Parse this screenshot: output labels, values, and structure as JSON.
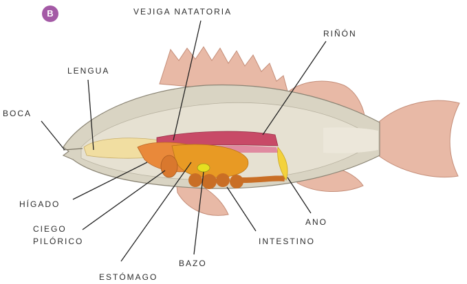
{
  "badge": "B",
  "labels": {
    "vejiga": "VEJIGA NATATORIA",
    "rinon": "RIÑÓN",
    "lengua": "LENGUA",
    "boca": "BOCA",
    "higado": "HÍGADO",
    "ciego_line1": "CIEGO",
    "ciego_line2": "PILÓRICO",
    "estomago": "ESTÓMAGO",
    "bazo": "BAZO",
    "intestino": "INTESTINO",
    "ano": "ANO"
  },
  "colors": {
    "badge": "#a45aa6",
    "body": "#d9d4c3",
    "fins": "#e8b9a6",
    "swim_bladder": "#c84a67",
    "kidney": "#e08aa0",
    "liver": "#e9893a",
    "stomach": "#e89a24",
    "intestine": "#c96e25",
    "spleen": "#e6e020",
    "tongue": "#f1dea1",
    "anus": "#f3d23d"
  }
}
